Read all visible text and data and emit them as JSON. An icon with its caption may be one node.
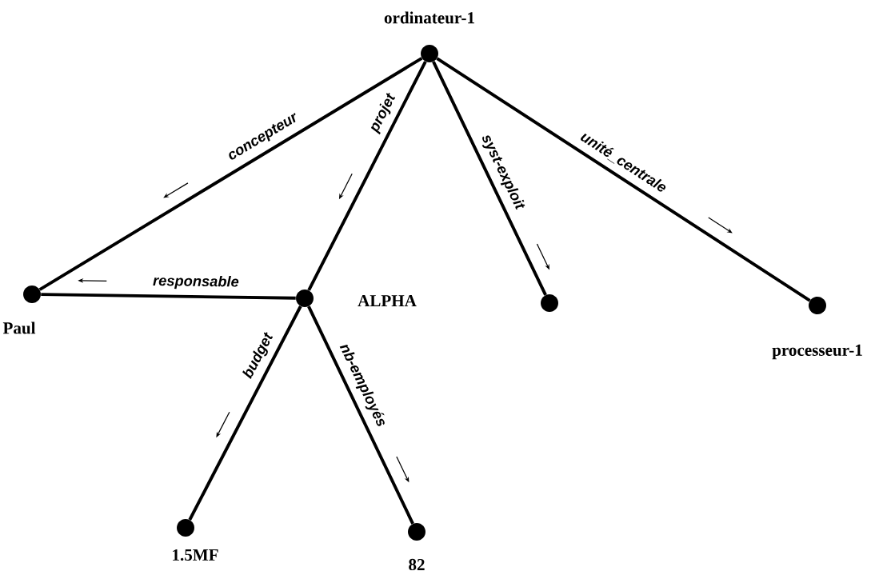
{
  "diagram": {
    "nodes": [
      {
        "text": [
          "ordinateur-1"
        ]
      },
      {
        "text": [
          "Paul"
        ]
      },
      {
        "text": [
          "ALPHA"
        ]
      },
      {
        "text": [],
        "shape": "circle"
      },
      {
        "text": [
          "processeur-1"
        ]
      },
      {
        "text": [
          "1.5MF"
        ]
      },
      {
        "text": [
          "82"
        ]
      }
    ],
    "edges": [
      {
        "from": 0,
        "to": 1,
        "arrow": "none",
        "label": "concepteur"
      },
      {
        "from": 0,
        "to": 2,
        "arrow": "none",
        "label": "projet"
      },
      {
        "from": 0,
        "to": 3,
        "arrow": "none",
        "label": "syst-exploit"
      },
      {
        "from": 0,
        "to": 4,
        "arrow": "none",
        "label": "unité_centrale"
      },
      {
        "from": 2,
        "to": 1,
        "arrow": "none",
        "label": "responsable"
      },
      {
        "from": 2,
        "to": 5,
        "arrow": "none",
        "label": "budget"
      },
      {
        "from": 2,
        "to": 6,
        "arrow": "none",
        "label": "nb-employés"
      }
    ]
  }
}
